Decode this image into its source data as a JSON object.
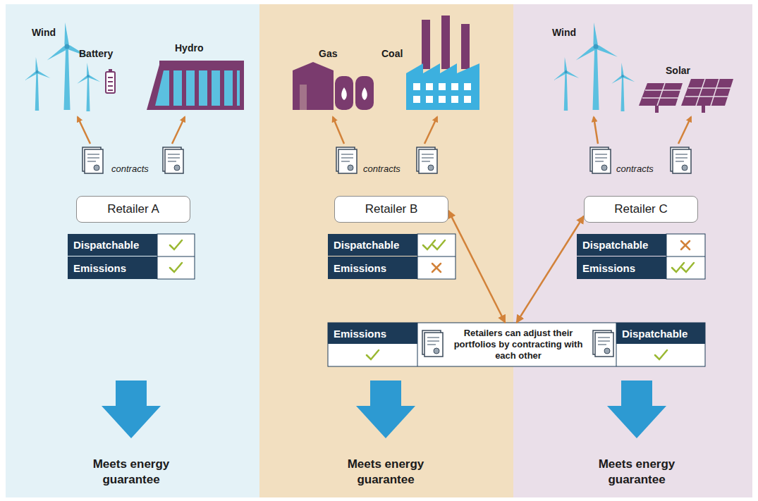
{
  "diagram": {
    "nodes": [
      {
        "text": [
          "Retailer A"
        ]
      },
      {
        "text": [
          "Dispatchable"
        ]
      },
      {
        "text": [
          "Emissions"
        ]
      },
      {
        "text": [
          "Retailer B"
        ]
      },
      {
        "text": [
          "Dispatchable"
        ]
      },
      {
        "text": [
          "Emissions"
        ]
      },
      {
        "text": [
          "Retailer C"
        ]
      },
      {
        "text": [
          "Dispatchable"
        ]
      },
      {
        "text": [
          "Emissions"
        ]
      },
      {
        "text": [
          "Retailers can adjust their portfolios by contracting with each other"
        ]
      },
      {
        "text": [
          "Emissions"
        ],
        "in": 9
      },
      {
        "text": [
          "Dispatchable"
        ],
        "in": 9
      }
    ],
    "edges": [
      {
        "from": 9,
        "to": 3,
        "arrow": "both"
      },
      {
        "from": 9,
        "to": 6,
        "arrow": "both"
      }
    ],
    "labels": [
      "Wind",
      "Battery",
      "Hydro",
      "contracts",
      "Gas",
      "Coal",
      "contracts",
      "Wind",
      "Solar",
      "contracts",
      "Meets energy guarantee",
      "Meets energy guarantee",
      "Meets energy guarantee"
    ]
  }
}
